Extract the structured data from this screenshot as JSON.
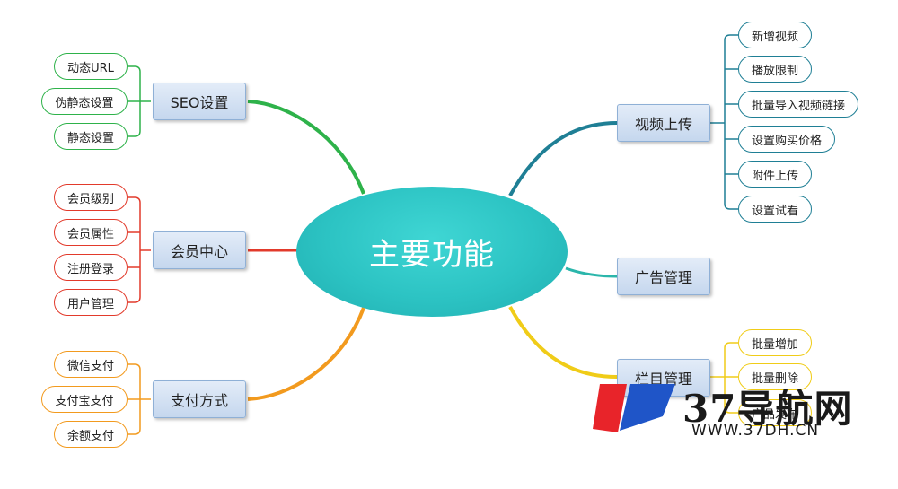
{
  "center": {
    "label": "主要功能"
  },
  "branches": {
    "seo": {
      "label": "SEO设置",
      "color": "#2eb24a",
      "items": [
        "动态URL",
        "伪静态设置",
        "静态设置"
      ]
    },
    "member": {
      "label": "会员中心",
      "color": "#e23a2b",
      "items": [
        "会员级别",
        "会员属性",
        "注册登录",
        "用户管理"
      ]
    },
    "payment": {
      "label": "支付方式",
      "color": "#f29a1e",
      "items": [
        "微信支付",
        "支付宝支付",
        "余额支付"
      ]
    },
    "video": {
      "label": "视频上传",
      "color": "#1f7f95",
      "items": [
        "新增视频",
        "播放限制",
        "批量导入视频链接",
        "设置购买价格",
        "附件上传",
        "设置试看"
      ]
    },
    "ads": {
      "label": "广告管理",
      "color": "#2bb6ab",
      "items": []
    },
    "column": {
      "label": "栏目管理",
      "color": "#f0cc18",
      "items": [
        "批量增加",
        "批量删除",
        "产品发布"
      ]
    }
  },
  "watermark": {
    "title": "37导航网",
    "url": "WWW.37DH.CN",
    "colors": [
      "#e8242a",
      "#1f55c8"
    ]
  }
}
